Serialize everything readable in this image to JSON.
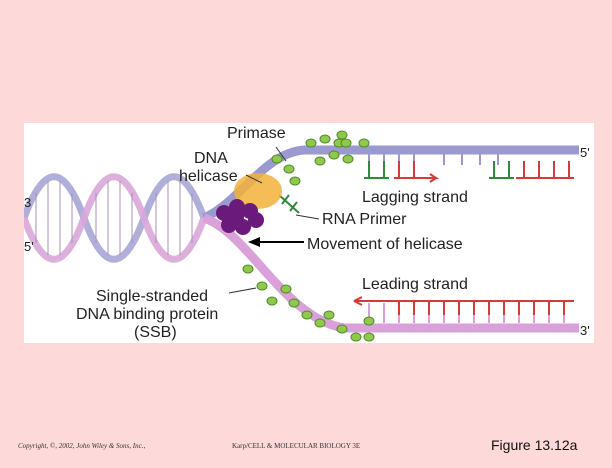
{
  "figure": {
    "labels": {
      "primase": "Primase",
      "dna_helicase_line1": "DNA",
      "dna_helicase_line2": "helicase",
      "lagging_strand": "Lagging strand",
      "rna_primer": "RNA Primer",
      "movement_of_helicase": "Movement of helicase",
      "leading_strand": "Leading strand",
      "ssb_line1": "Single-stranded",
      "ssb_line2": "DNA binding protein",
      "ssb_line3": "(SSB)",
      "five_prime_top": "5'",
      "three_prime_left": "3",
      "five_prime_left": "5'",
      "three_prime_bottom": "3'"
    },
    "colors": {
      "parental_strand_top": "#a6a6d6",
      "parental_strand_bottom": "#d9a6d9",
      "lagging_template": "#9a9ad0",
      "leading_template": "#d9a0d9",
      "rna_primer": "#2e8b3a",
      "new_dna": "#d83a3a",
      "helicase": "#6a1a7a",
      "primase": "#f2b23a",
      "ssb": "#8fc84a"
    }
  },
  "footer": {
    "copyright": "Copyright, ©, 2002, John Wiley & Sons, Inc.,",
    "book": "Karp/CELL & MOLECULAR BIOLOGY 3E",
    "figure_number": "Figure 13.12a"
  }
}
